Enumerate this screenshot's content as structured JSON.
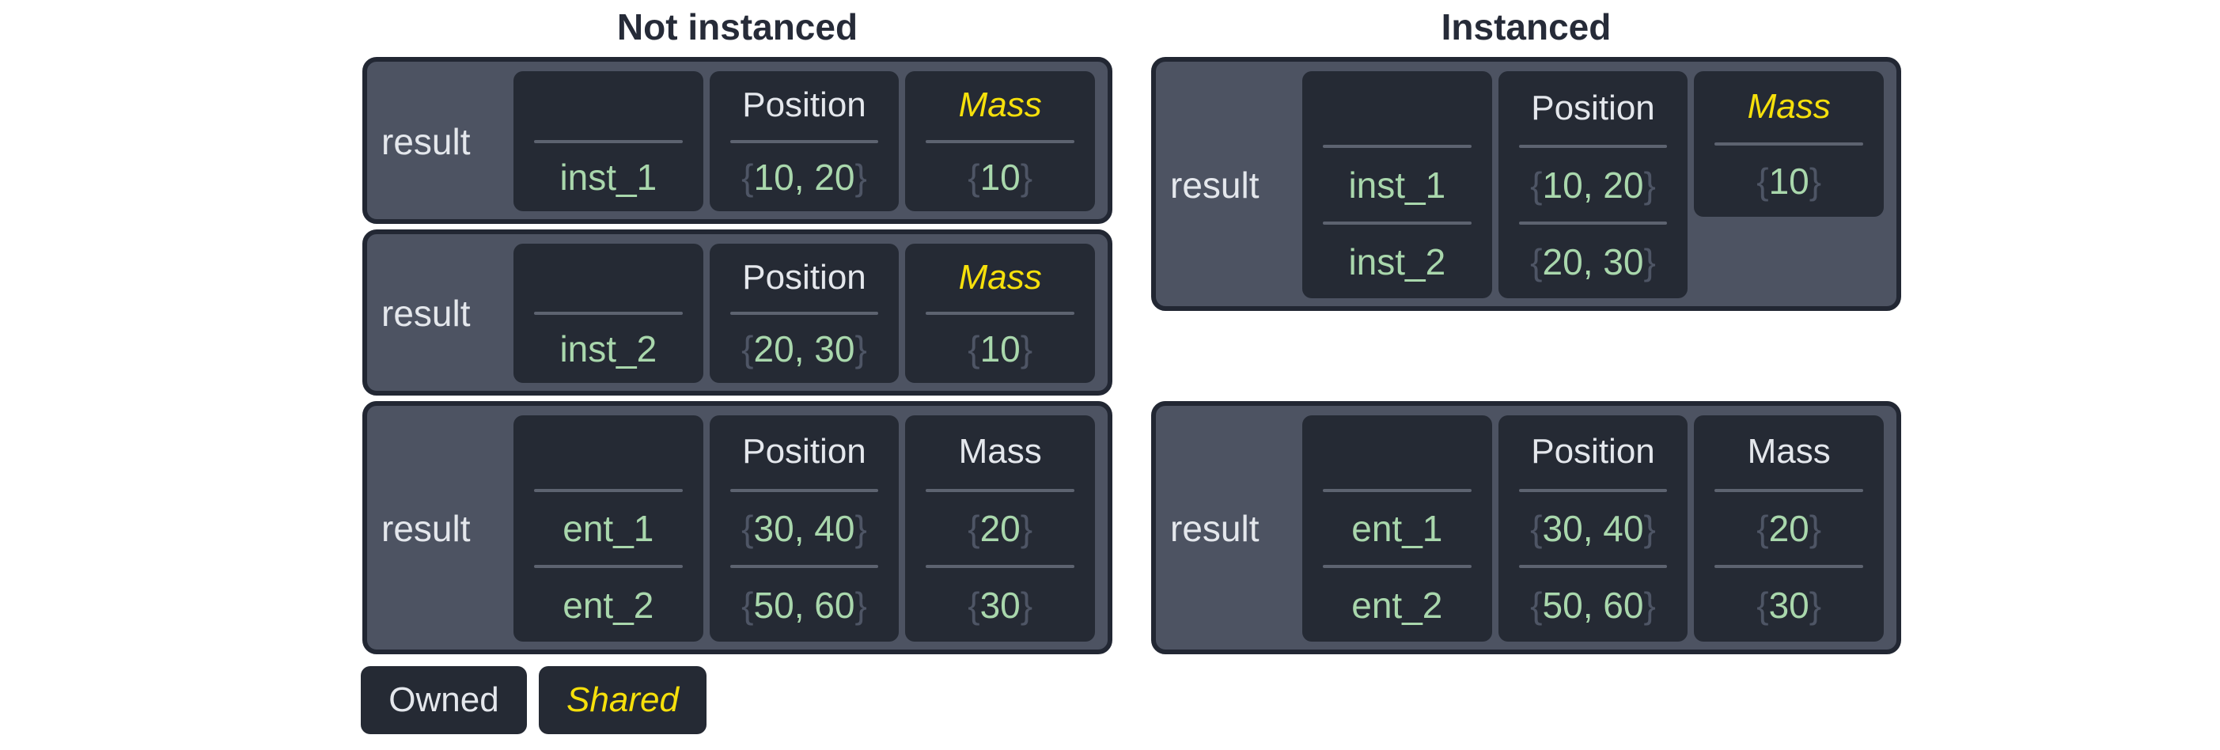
{
  "titles": {
    "left": "Not instanced",
    "right": "Instanced"
  },
  "legend": {
    "owned": "Owned",
    "shared": "Shared"
  },
  "colors": {
    "page_bg": "#ffffff",
    "box_border": "#222733",
    "box_fill": "#4d5362",
    "cell_fill": "#252a34",
    "divider_gray": "#5d6370",
    "text_light": "#e4e7ec",
    "value_green": "#a9d7ac",
    "brace_gray": "#4e5565",
    "shared_yellow": "#f6e00b",
    "title_dark": "#262b38"
  },
  "boxes": {
    "left": [
      {
        "label": "result",
        "columns": [
          {
            "header": "",
            "values": [
              {
                "o": "",
                "v": "inst_1",
                "c": ""
              }
            ]
          },
          {
            "header": "Position",
            "values": [
              {
                "o": "{",
                "v": "10, 20",
                "c": "}"
              }
            ]
          },
          {
            "header": "Mass",
            "shared": true,
            "values": [
              {
                "o": "{",
                "v": "10",
                "c": "}"
              }
            ]
          }
        ]
      },
      {
        "label": "result",
        "columns": [
          {
            "header": "",
            "values": [
              {
                "o": "",
                "v": "inst_2",
                "c": ""
              }
            ]
          },
          {
            "header": "Position",
            "values": [
              {
                "o": "{",
                "v": "20, 30",
                "c": "}"
              }
            ]
          },
          {
            "header": "Mass",
            "shared": true,
            "values": [
              {
                "o": "{",
                "v": "10",
                "c": "}"
              }
            ]
          }
        ]
      },
      {
        "label": "result",
        "columns": [
          {
            "header": "",
            "values": [
              {
                "o": "",
                "v": "ent_1",
                "c": ""
              },
              {
                "o": "",
                "v": "ent_2",
                "c": ""
              }
            ]
          },
          {
            "header": "Position",
            "values": [
              {
                "o": "{",
                "v": "30, 40",
                "c": "}"
              },
              {
                "o": "{",
                "v": "50, 60",
                "c": "}"
              }
            ]
          },
          {
            "header": "Mass",
            "shared": false,
            "values": [
              {
                "o": "{",
                "v": "20",
                "c": "}"
              },
              {
                "o": "{",
                "v": "30",
                "c": "}"
              }
            ]
          }
        ]
      }
    ],
    "right": [
      {
        "label": "result",
        "columns": [
          {
            "header": "",
            "values": [
              {
                "o": "",
                "v": "inst_1",
                "c": ""
              },
              {
                "o": "",
                "v": "inst_2",
                "c": ""
              }
            ]
          },
          {
            "header": "Position",
            "values": [
              {
                "o": "{",
                "v": "10, 20",
                "c": "}"
              },
              {
                "o": "{",
                "v": "20, 30",
                "c": "}"
              }
            ]
          },
          {
            "header": "Mass",
            "shared": true,
            "values": [
              {
                "o": "{",
                "v": "10",
                "c": "}"
              }
            ]
          }
        ]
      },
      {
        "label": "result",
        "columns": [
          {
            "header": "",
            "values": [
              {
                "o": "",
                "v": "ent_1",
                "c": ""
              },
              {
                "o": "",
                "v": "ent_2",
                "c": ""
              }
            ]
          },
          {
            "header": "Position",
            "values": [
              {
                "o": "{",
                "v": "30, 40",
                "c": "}"
              },
              {
                "o": "{",
                "v": "50, 60",
                "c": "}"
              }
            ]
          },
          {
            "header": "Mass",
            "shared": false,
            "values": [
              {
                "o": "{",
                "v": "20",
                "c": "}"
              },
              {
                "o": "{",
                "v": "30",
                "c": "}"
              }
            ]
          }
        ]
      }
    ]
  }
}
